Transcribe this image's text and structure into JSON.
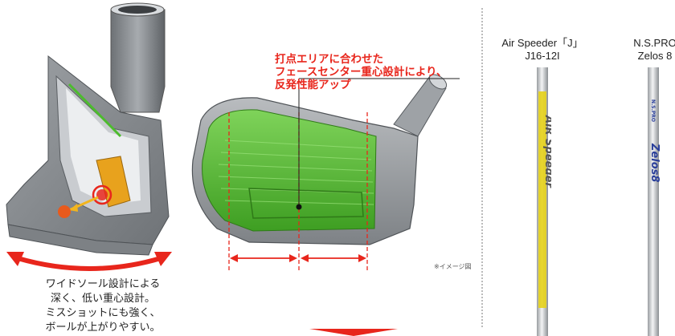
{
  "left_caption": {
    "lines": [
      "ワイドソール設計による",
      "深く、低い重心設計。",
      "ミスショットにも強く、",
      "ボールが上がりやすい。"
    ]
  },
  "callout": {
    "lines": [
      "打点エリアに合わせた",
      "フェースセンター重心設計により、",
      "反発性能アップ"
    ]
  },
  "image_note": "※イメージ図",
  "shafts": [
    {
      "line1": "Air Speeder「J」",
      "line2": "J16-12I",
      "shaft_text": "AiR Speeder",
      "accent": "#e5d21a"
    },
    {
      "line1": "N.S.PRO",
      "line2": "Zelos 8",
      "shaft_text": "Zelos8",
      "brand": "N.S.PRO",
      "accent": "#2a3f9a"
    }
  ],
  "colors": {
    "accent_red": "#e8261c",
    "green_area": "#5fc435",
    "head_gray": "#8e9296"
  }
}
